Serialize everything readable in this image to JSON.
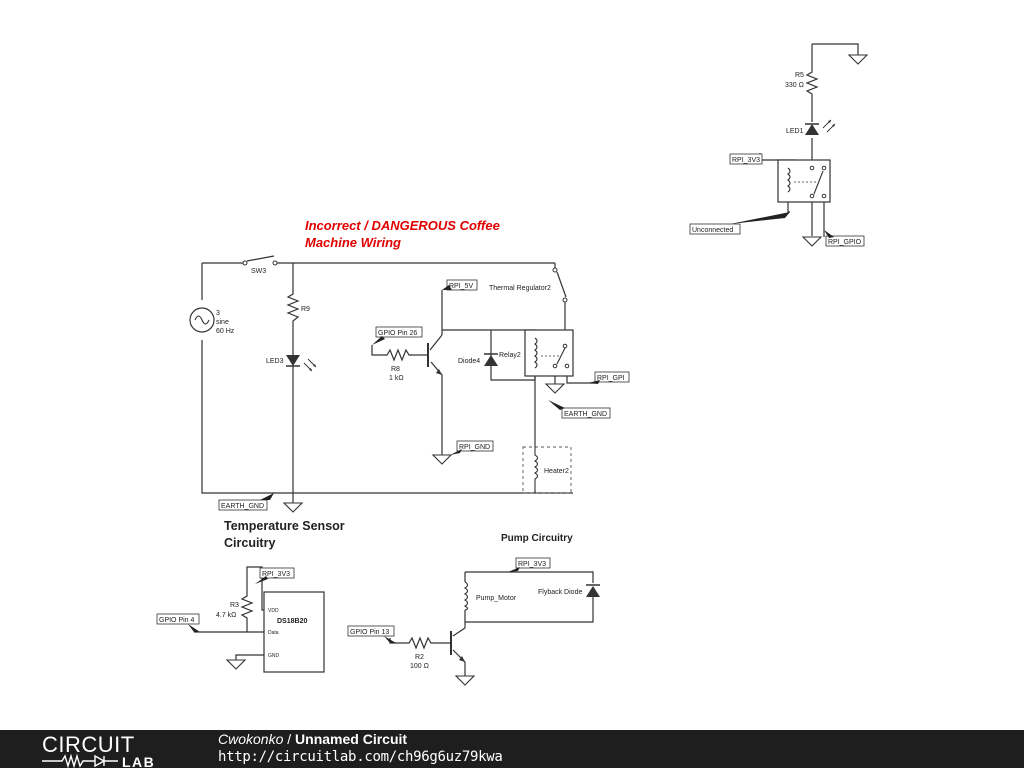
{
  "title": {
    "line1": "Incorrect / DANGEROUS Coffee",
    "line2": "Machine Wiring"
  },
  "sections": {
    "temp_line1": "Temperature Sensor",
    "temp_line2": "Circuitry",
    "pump": "Pump Circuitry"
  },
  "components": {
    "sw3": "SW3",
    "r9": "R9",
    "led3": "LED3",
    "source": {
      "line1": "3",
      "line2": "sine",
      "line3": "60 Hz"
    },
    "r8": {
      "name": "R8",
      "value": "1 kΩ"
    },
    "diode4": "Diode4",
    "relay2": "Relay2",
    "thermal": "Thermal Regulator2",
    "heater2": "Heater2",
    "r5": {
      "name": "R5",
      "value": "330 Ω"
    },
    "led1": "LED1",
    "r3": {
      "name": "R3",
      "value": "4.7 kΩ"
    },
    "ds18b20": {
      "name": "DS18B20",
      "vdd": "VDD",
      "data": "Data",
      "gnd": "GND"
    },
    "r2": {
      "name": "R2",
      "value": "100 Ω"
    },
    "pump_motor": "Pump_Motor",
    "flyback": "Flyback Diode"
  },
  "net_labels": {
    "rpi_5v": "RPI_5V",
    "gpio26": "GPIO Pin 26",
    "rpi_gnd": "RPI_GND",
    "rpi_gpi": "RPI_GPI",
    "earth_gnd_relay": "EARTH_GND",
    "earth_gnd_main": "EARTH_GND",
    "rpi_3v3_top": "RPI_3V3",
    "unconnected": "Unconnected",
    "rpi_gpio": "RPI_GPIO",
    "rpi_3v3_temp": "RPI_3V3",
    "gpio4": "GPIO Pin 4",
    "rpi_3v3_pump": "RPI_3V3",
    "gpio13": "GPIO Pin 13"
  },
  "footer": {
    "logo_top": "CIRCUIT",
    "logo_bottom": "LAB",
    "user": "Cwokonko",
    "separator": " / ",
    "circuit_name": "Unnamed Circuit",
    "url": "http://circuitlab.com/ch96g6uz79kwa"
  },
  "colors": {
    "title": "#e00000",
    "footer_bg": "#1e1e1e",
    "wire": "#333333"
  }
}
